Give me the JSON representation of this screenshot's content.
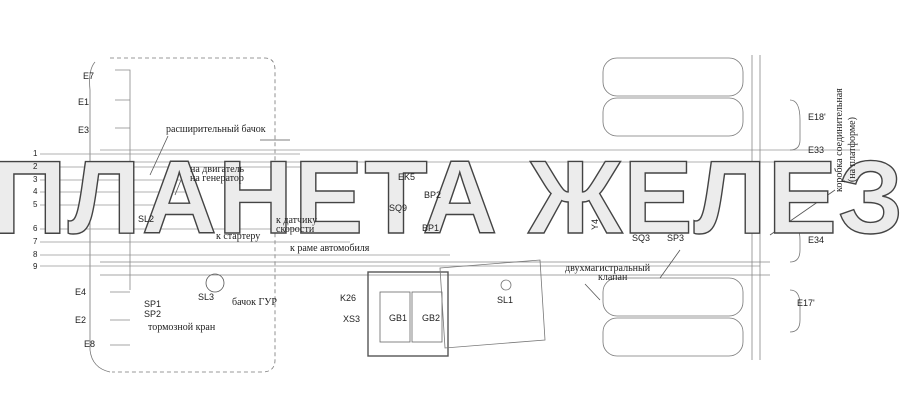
{
  "watermark": "ПЛАНЕТА ЖЕЛЕЗЯКА",
  "wire_numbers": [
    "1",
    "2",
    "3",
    "4",
    "5",
    "6",
    "7",
    "8",
    "9"
  ],
  "components": {
    "E7": "E7",
    "E1": "E1",
    "E3": "E3",
    "E4": "E4",
    "E2": "E2",
    "E8": "E8",
    "SL2": "SL2",
    "SL3": "SL3",
    "SP1": "SP1",
    "SP2": "SP2",
    "EK5": "EK5",
    "SQ9": "SQ9",
    "BP2": "BP2",
    "BP1": "BP1",
    "K26": "K26",
    "XS3": "XS3",
    "GB1": "GB1",
    "GB2": "GB2",
    "SL1": "SL1",
    "Y4": "Y4",
    "SQ3": "SQ3",
    "SP3": "SP3",
    "E18": "E18'",
    "E33": "E33",
    "E34": "E34",
    "E17": "E17'"
  },
  "annotations": {
    "expansion_tank": "расширительный бачок",
    "to_engine": "на двигатель",
    "to_generator": "на генератор",
    "to_starter": "к стартеру",
    "to_speed_sensor_1": "к датчику",
    "to_speed_sensor_2": "скорости",
    "to_frame": "к раме автомобиля",
    "power_steering_tank": "бачок ГУР",
    "brake_valve": "тормозной кран",
    "dual_line_valve_1": "двухмагистральный",
    "dual_line_valve_2": "клапан",
    "junction_box_1": "коробка соединительная",
    "junction_box_2": "(на платформе)"
  }
}
